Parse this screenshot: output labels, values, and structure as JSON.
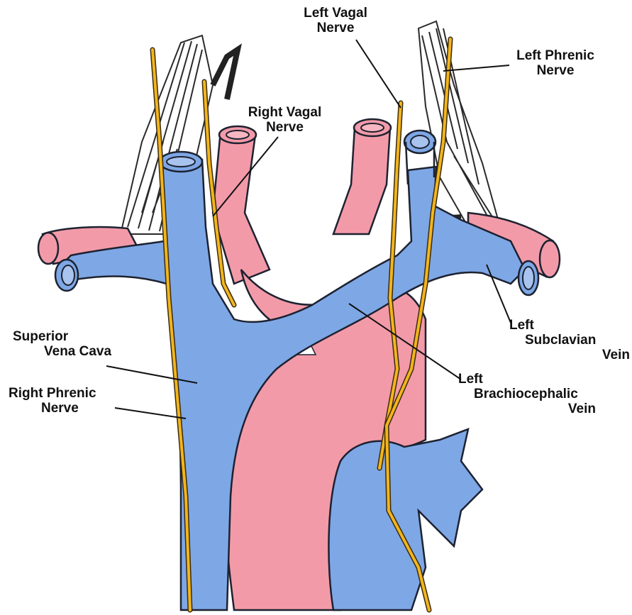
{
  "colors": {
    "vein": "#7ea7e6",
    "vein_stroke": "#1d2230",
    "artery": "#f39aa9",
    "artery_stroke": "#1d2230",
    "nerve": "#f2b51c",
    "nerve_stroke": "#3a2a10",
    "muscle": "#3a3a3a",
    "leader": "#111111"
  },
  "labels": {
    "left_vagal_nerve": [
      "Left Vagal",
      "Nerve"
    ],
    "left_phrenic_nerve": [
      "Left Phrenic",
      "Nerve"
    ],
    "right_vagal_nerve": [
      "Right Vagal",
      "Nerve"
    ],
    "superior_vena_cava": [
      "Superior",
      "Vena Cava"
    ],
    "right_phrenic_nerve": [
      "Right Phrenic",
      "Nerve"
    ],
    "left_subclavian_vein": [
      "Left",
      "Subclavian",
      "Vein"
    ],
    "left_brachiocephalic_vein": [
      "Left",
      "Brachiocephalic",
      "Vein"
    ]
  }
}
